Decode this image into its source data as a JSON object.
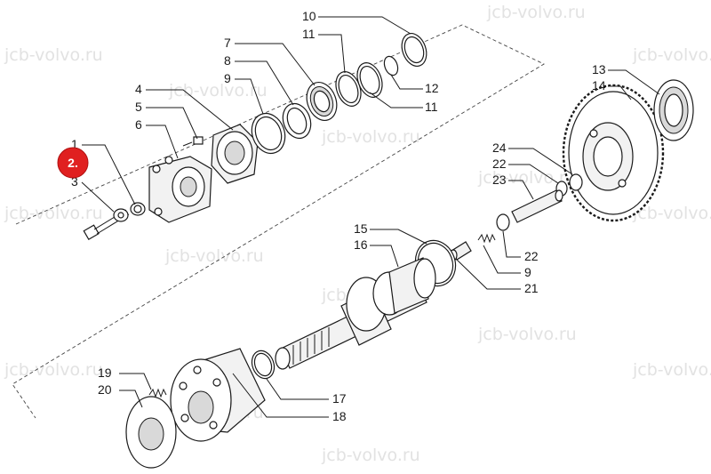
{
  "watermark": "jcb-volvo.ru",
  "badge": {
    "label": "2.",
    "color": "#e02020"
  },
  "callouts": {
    "c1": "1",
    "c3": "3",
    "c4": "4",
    "c5": "5",
    "c6": "6",
    "c7": "7",
    "c8": "8",
    "c9a": "9",
    "c9b": "9",
    "c10": "10",
    "c11a": "11",
    "c11b": "11",
    "c12": "12",
    "c13": "13",
    "c14": "14",
    "c15": "15",
    "c16": "16",
    "c17": "17",
    "c18": "18",
    "c19": "19",
    "c20": "20",
    "c21": "21",
    "c22a": "22",
    "c22b": "22",
    "c23": "23",
    "c24": "24"
  }
}
